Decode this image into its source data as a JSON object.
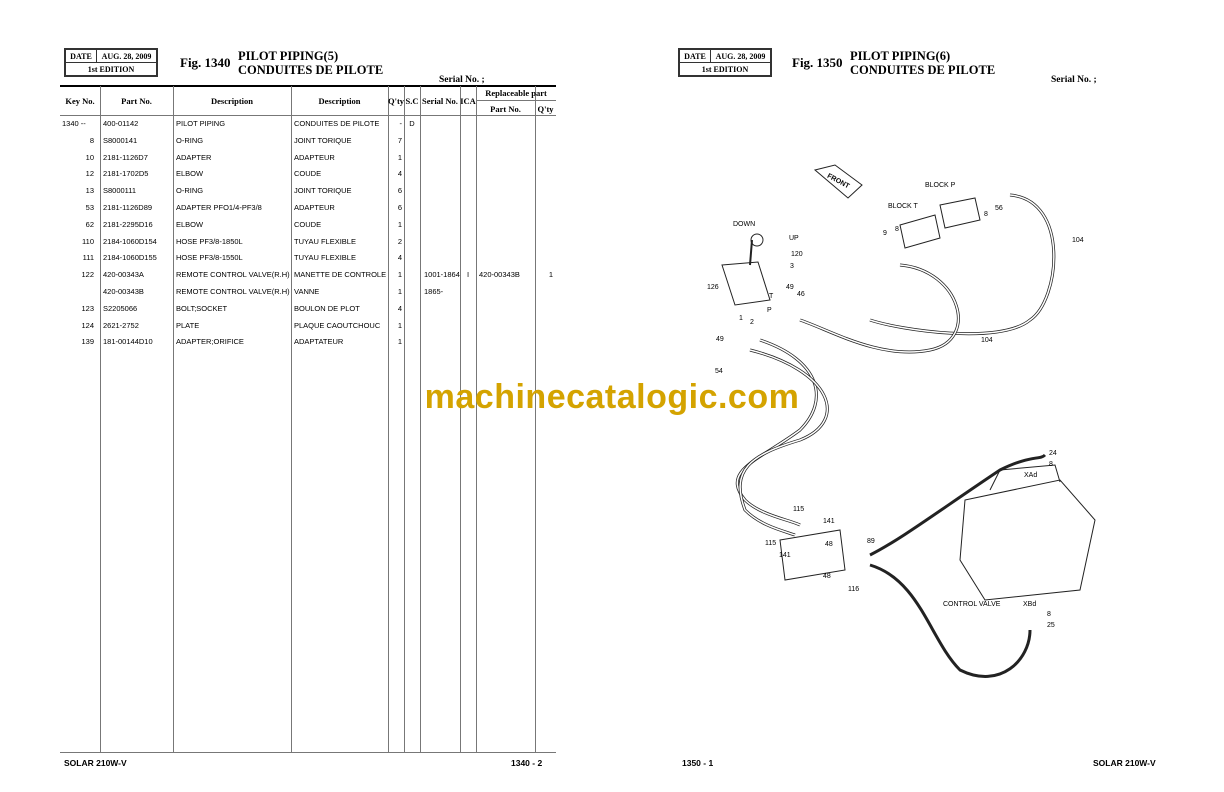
{
  "left": {
    "date_label": "DATE",
    "date": "AUG. 28, 2009",
    "edition": "1st EDITION",
    "fig": "Fig. 1340",
    "title1": "PILOT PIPING(5)",
    "title2": "CONDUITES DE PILOTE",
    "serial": "Serial No. ;",
    "headers": {
      "key": "Key No.",
      "part": "Part No.",
      "desc": "Description",
      "desc2": "Description",
      "qty": "Q'ty",
      "sc": "S.C",
      "serialno": "Serial No.",
      "ica": "ICA",
      "replaceable": "Replaceable part",
      "rep_part": "Part No.",
      "rep_qty": "Q'ty"
    },
    "rows": [
      {
        "key": "1340 --",
        "part": "400-01142",
        "desc": "PILOT PIPING",
        "desc2": "CONDUITES DE PILOTE",
        "qty": "-",
        "sc": "D",
        "serial": "",
        "ica": "",
        "rep_part": "",
        "rep_qty": ""
      },
      {
        "key": "8",
        "part": "S8000141",
        "desc": "O-RING",
        "desc2": "JOINT TORIQUE",
        "qty": "7",
        "sc": "",
        "serial": "",
        "ica": "",
        "rep_part": "",
        "rep_qty": ""
      },
      {
        "key": "10",
        "part": "2181-1126D7",
        "desc": "ADAPTER",
        "desc2": "ADAPTEUR",
        "qty": "1",
        "sc": "",
        "serial": "",
        "ica": "",
        "rep_part": "",
        "rep_qty": ""
      },
      {
        "key": "12",
        "part": "2181-1702D5",
        "desc": "ELBOW",
        "desc2": "COUDE",
        "qty": "4",
        "sc": "",
        "serial": "",
        "ica": "",
        "rep_part": "",
        "rep_qty": ""
      },
      {
        "key": "13",
        "part": "S8000111",
        "desc": "O-RING",
        "desc2": "JOINT TORIQUE",
        "qty": "6",
        "sc": "",
        "serial": "",
        "ica": "",
        "rep_part": "",
        "rep_qty": ""
      },
      {
        "key": "53",
        "part": "2181-1126D89",
        "desc": "ADAPTER PFO1/4-PF3/8",
        "desc2": "ADAPTEUR",
        "qty": "6",
        "sc": "",
        "serial": "",
        "ica": "",
        "rep_part": "",
        "rep_qty": ""
      },
      {
        "key": "62",
        "part": "2181-2295D16",
        "desc": "ELBOW",
        "desc2": "COUDE",
        "qty": "1",
        "sc": "",
        "serial": "",
        "ica": "",
        "rep_part": "",
        "rep_qty": ""
      },
      {
        "key": "110",
        "part": "2184-1060D154",
        "desc": "HOSE PF3/8-1850L",
        "desc2": "TUYAU FLEXIBLE",
        "qty": "2",
        "sc": "",
        "serial": "",
        "ica": "",
        "rep_part": "",
        "rep_qty": ""
      },
      {
        "key": "111",
        "part": "2184-1060D155",
        "desc": "HOSE PF3/8-1550L",
        "desc2": "TUYAU FLEXIBLE",
        "qty": "4",
        "sc": "",
        "serial": "",
        "ica": "",
        "rep_part": "",
        "rep_qty": ""
      },
      {
        "key": "122",
        "part": "420-00343A",
        "desc": "REMOTE CONTROL VALVE(R.H)",
        "desc2": "MANETTE DE CONTROLE",
        "qty": "1",
        "sc": "",
        "serial": "1001-1864",
        "ica": "I",
        "rep_part": "420-00343B",
        "rep_qty": "1"
      },
      {
        "key": "",
        "part": "420-00343B",
        "desc": "REMOTE CONTROL VALVE(R.H)",
        "desc2": "VANNE",
        "qty": "1",
        "sc": "",
        "serial": "1865-",
        "ica": "",
        "rep_part": "",
        "rep_qty": ""
      },
      {
        "key": "123",
        "part": "S2205066",
        "desc": "BOLT;SOCKET",
        "desc2": "BOULON DE PLOT",
        "qty": "4",
        "sc": "",
        "serial": "",
        "ica": "",
        "rep_part": "",
        "rep_qty": ""
      },
      {
        "key": "124",
        "part": "2621-2752",
        "desc": "PLATE",
        "desc2": "PLAQUE CAOUTCHOUC",
        "qty": "1",
        "sc": "",
        "serial": "",
        "ica": "",
        "rep_part": "",
        "rep_qty": ""
      },
      {
        "key": "139",
        "part": "181-00144D10",
        "desc": "ADAPTER;ORIFICE",
        "desc2": "ADAPTATEUR",
        "qty": "1",
        "sc": "",
        "serial": "",
        "ica": "",
        "rep_part": "",
        "rep_qty": ""
      }
    ],
    "footer_model": "SOLAR 210W-V",
    "footer_page": "1340 - 2"
  },
  "right": {
    "date_label": "DATE",
    "date": "AUG. 28, 2009",
    "edition": "1st EDITION",
    "fig": "Fig. 1350",
    "title1": "PILOT PIPING(6)",
    "title2": "CONDUITES DE PILOTE",
    "serial": "Serial No. ;",
    "footer_page": "1350 - 1",
    "footer_model": "SOLAR 210W-V",
    "diagram_labels": [
      "FRONT",
      "BLOCK P",
      "BLOCK T",
      "56",
      "8",
      "104",
      "9",
      "8",
      "DOWN",
      "UP",
      "120",
      "3",
      "126",
      "49",
      "46",
      "T",
      "P",
      "1",
      "2",
      "104",
      "49",
      "54",
      "24",
      "8",
      "XAd",
      "115",
      "141",
      "115",
      "141",
      "48",
      "89",
      "48",
      "116",
      "CONTROL VALVE",
      "XBd",
      "8",
      "25"
    ]
  },
  "watermark": "machinecatalogic.com"
}
